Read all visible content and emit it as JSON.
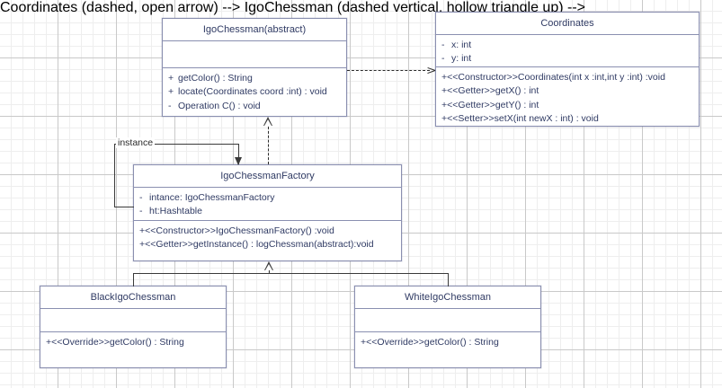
{
  "diagram": {
    "type": "UML class diagram",
    "classes": [
      {
        "id": "igochessman",
        "name": "IgoChessman(abstract)",
        "attributes": [],
        "operations": [
          {
            "visibility": "+",
            "text": "getColor() : String"
          },
          {
            "visibility": "+",
            "text": "locate(Coordinates coord :int) : void"
          },
          {
            "visibility": "-",
            "text": "Operation C() : void"
          }
        ]
      },
      {
        "id": "coordinates",
        "name": "Coordinates",
        "attributes": [
          {
            "visibility": "-",
            "text": "x: int"
          },
          {
            "visibility": "-",
            "text": "y: int"
          }
        ],
        "operations": [
          {
            "visibility": "+",
            "text": "<<Constructor>>Coordinates(int x :int,int y :int) :void"
          },
          {
            "visibility": "+",
            "text": "<<Getter>>getX() : int"
          },
          {
            "visibility": "+",
            "text": "<<Getter>>getY() : int"
          },
          {
            "visibility": "+",
            "text": "<<Setter>>setX(int newX : int) : void"
          }
        ]
      },
      {
        "id": "igochessmanfactory",
        "name": "IgoChessmanFactory",
        "attributes": [
          {
            "visibility": "-",
            "text": "intance: IgoChessmanFactory"
          },
          {
            "visibility": "-",
            "text": "ht:Hashtable"
          }
        ],
        "operations": [
          {
            "visibility": "+",
            "text": "<<Constructor>>IgoChessmanFactory() :void"
          },
          {
            "visibility": "+",
            "text": "<<Getter>>getInstance() : logChessman(abstract):void"
          }
        ]
      },
      {
        "id": "blackigochessman",
        "name": "BlackIgoChessman",
        "attributes": [],
        "operations": [
          {
            "visibility": "+",
            "text": "<<Override>>getColor() : String"
          }
        ]
      },
      {
        "id": "whiteigochessman",
        "name": "WhiteIgoChessman",
        "attributes": [],
        "operations": [
          {
            "visibility": "+",
            "text": "<<Override>>getColor() : String"
          }
        ]
      }
    ],
    "edges": [
      {
        "id": "dep-chessman-coordinates",
        "kind": "dependency",
        "from": "igochessman",
        "to": "coordinates",
        "label": ""
      },
      {
        "id": "dep-factory-chessman",
        "kind": "realization",
        "from": "igochessmanfactory",
        "to": "igochessman",
        "label": ""
      },
      {
        "id": "assoc-factory-instance",
        "kind": "association",
        "from": "igochessmanfactory",
        "to": "igochessmanfactory",
        "label": "instance"
      },
      {
        "id": "gen-black-factory",
        "kind": "generalization",
        "from": "blackigochessman",
        "to": "igochessmanfactory",
        "label": ""
      },
      {
        "id": "gen-white-factory",
        "kind": "generalization",
        "from": "whiteigochessman",
        "to": "igochessmanfactory",
        "label": ""
      }
    ],
    "colors": {
      "box_border": "#8a8fb0",
      "box_fill": "#ffffff",
      "text": "#2f3a63",
      "connector": "#2b2b2b",
      "grid_minor": "#eeeeee",
      "grid_major": "#c9c9c9"
    }
  }
}
